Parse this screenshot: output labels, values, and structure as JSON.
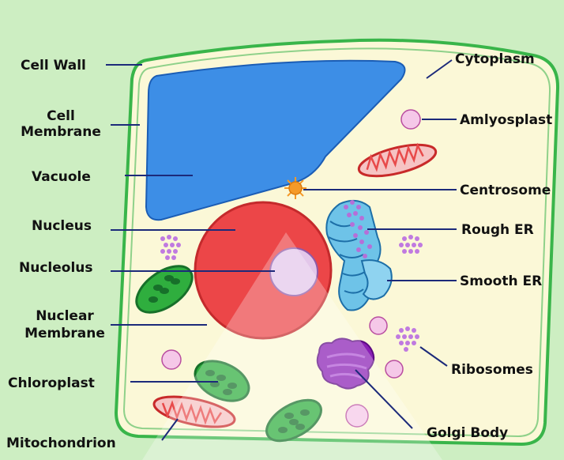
{
  "colors": {
    "background": "#cdeec2",
    "cytoplasm": "#fbf8d7",
    "cell_wall": "#39b54a",
    "vacuole": "#3d8ee6",
    "nucleus": "#ec4648",
    "nucleolus": "#e3c7ea",
    "chloroplast": "#2fae3e",
    "mitochondrion": "#e84a4a",
    "golgi": "#8a1fb5",
    "er": "#4faedb",
    "ribosome": "#c07ae0",
    "amyloplast": "#f5c8e8",
    "centrosome": "#f59a28",
    "leader_line": "#1c2a7a",
    "label_text": "#111111"
  },
  "labels": {
    "cell_wall": "Cell Wall",
    "cell_membrane_1": "Cell",
    "cell_membrane_2": "Membrane",
    "vacuole": "Vacuole",
    "nucleus": "Nucleus",
    "nucleolus": "Nucleolus",
    "nuclear_membrane_1": "Nuclear",
    "nuclear_membrane_2": "Membrane",
    "chloroplast": "Chloroplast",
    "mitochondrion": "Mitochondrion",
    "cytoplasm": "Cytoplasm",
    "amyloplast": "Amlyosplast",
    "centrosome": "Centrosome",
    "rough_er": "Rough ER",
    "smooth_er": "Smooth ER",
    "ribosomes": "Ribosomes",
    "golgi_body": "Golgi Body"
  }
}
